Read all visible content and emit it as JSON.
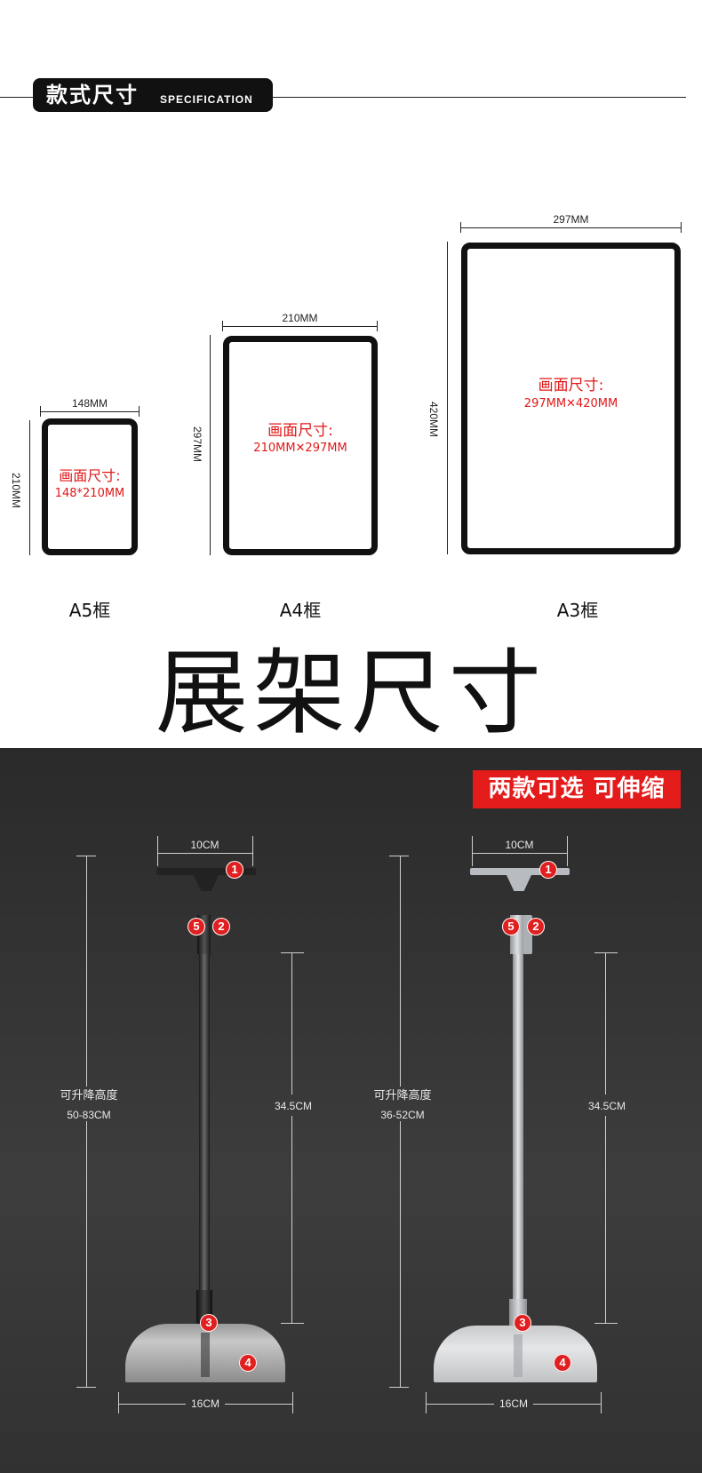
{
  "header": {
    "title_cn": "款式尺寸",
    "title_en": "SPECIFICATION"
  },
  "frames": [
    {
      "id": "a5",
      "width_label": "148MM",
      "height_label": "210MM",
      "size_title": "画面尺寸:",
      "size_value": "148*210MM",
      "name": "A5框"
    },
    {
      "id": "a4",
      "width_label": "210MM",
      "height_label": "297MM",
      "size_title": "画面尺寸:",
      "size_value": "210MM✕297MM",
      "name": "A4框"
    },
    {
      "id": "a3",
      "width_label": "297MM",
      "height_label": "420MM",
      "size_title": "画面尺寸:",
      "size_value": "297MM✕420MM",
      "name": "A3框"
    }
  ],
  "stand_section": {
    "title": "展架尺寸",
    "badge": "两款可选 可伸缩",
    "stands": [
      {
        "id": "black",
        "top_width": "10CM",
        "height_title": "可升降高度",
        "height_range": "50-83CM",
        "pole_length": "34.5CM",
        "base_width": "16CM",
        "color": "#2b2b2b"
      },
      {
        "id": "silver",
        "top_width": "10CM",
        "height_title": "可升降高度",
        "height_range": "36-52CM",
        "pole_length": "34.5CM",
        "base_width": "16CM",
        "color": "#b8bcc0"
      }
    ],
    "markers": [
      "1",
      "2",
      "3",
      "4",
      "5"
    ]
  }
}
